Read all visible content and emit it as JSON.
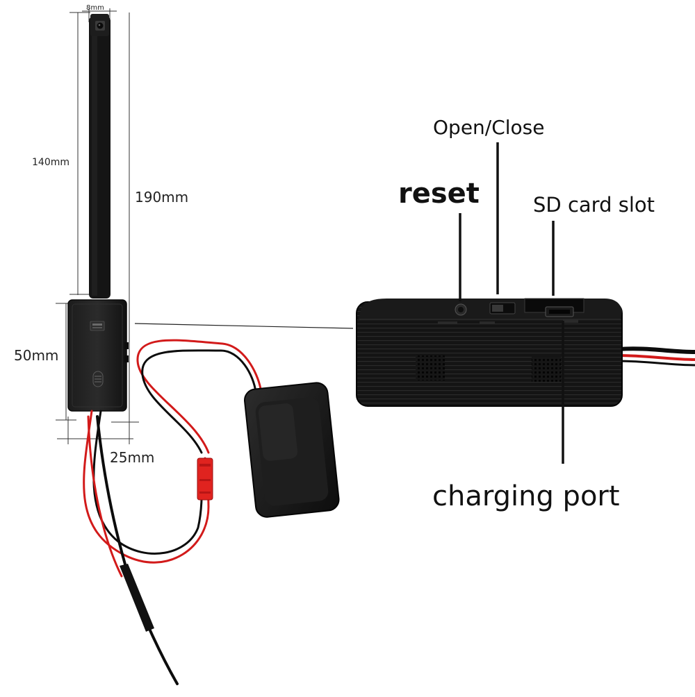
{
  "dimensions": {
    "lens_width": "8mm",
    "ribbon_length": "140mm",
    "total_length": "190mm",
    "module_height": "50mm",
    "module_width": "25mm"
  },
  "callouts": {
    "open_close": "Open/Close",
    "reset": "reset",
    "sd_card_slot": "SD card slot",
    "charging_port": "charging port"
  },
  "colors": {
    "device_black": "#141414",
    "wire_red": "#d21a1a",
    "wire_black": "#0c0c0c",
    "connector_red": "#e0231f",
    "dimension_line": "#333333",
    "label_text": "#111111"
  }
}
